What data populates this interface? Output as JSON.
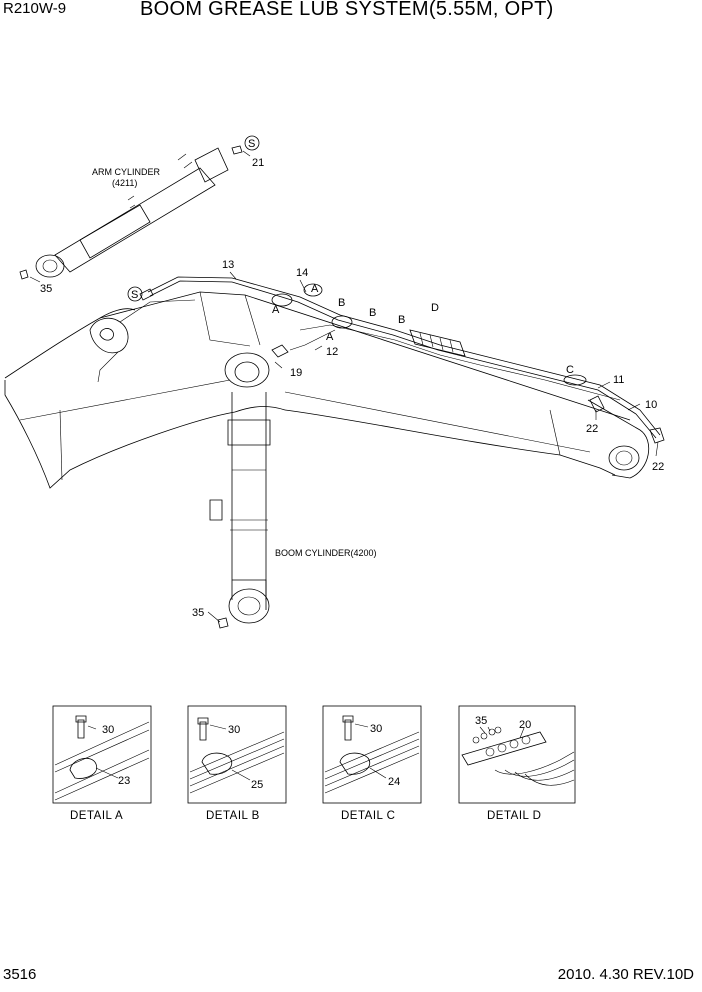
{
  "header": {
    "model": "R210W-9",
    "title": "BOOM GREASE LUB SYSTEM(5.55M, OPT)"
  },
  "footer": {
    "page": "3516",
    "date_rev": "2010. 4.30  REV.10D"
  },
  "callouts": {
    "p10": "10",
    "p11": "11",
    "p12": "12",
    "p13": "13",
    "p14": "14",
    "p19": "19",
    "p21": "21",
    "p22a": "22",
    "p22b": "22",
    "p35a": "35",
    "p35b": "35",
    "s1": "S",
    "s2": "S",
    "A1": "A",
    "A2": "A",
    "A3": "A",
    "B1": "B",
    "B2": "B",
    "B3": "B",
    "C": "C",
    "D": "D"
  },
  "components": {
    "arm_cylinder_line1": "ARM CYLINDER",
    "arm_cylinder_line2": "(4211)",
    "boom_cylinder": "BOOM CYLINDER(4200)"
  },
  "details": [
    {
      "label": "DETAIL  A",
      "parts": [
        "30",
        "23"
      ]
    },
    {
      "label": "DETAIL  B",
      "parts": [
        "30",
        "25"
      ]
    },
    {
      "label": "DETAIL  C",
      "parts": [
        "30",
        "24"
      ]
    },
    {
      "label": "DETAIL  D",
      "parts": [
        "35",
        "20"
      ]
    }
  ]
}
